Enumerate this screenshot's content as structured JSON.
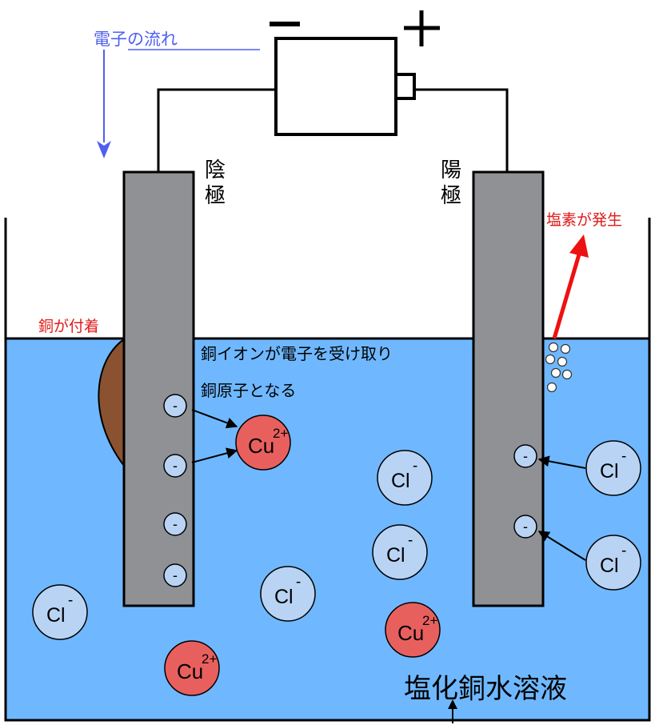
{
  "labels": {
    "electron_flow": "電子の流れ",
    "minus_sign": "−",
    "plus_sign": "+",
    "cathode_char1": "陰",
    "cathode_char2": "極",
    "anode_char1": "陽",
    "anode_char2": "極",
    "chlorine_generated": "塩素が発生",
    "copper_deposit": "銅が付着",
    "copper_ion_note_line1": "銅イオンが電子を受け取り",
    "copper_ion_note_line2": "銅原子となる",
    "solution_name": "塩化銅水溶液"
  },
  "ions": {
    "electron_symbol": "-",
    "chloride": {
      "symbol": "Cl",
      "charge": "-"
    },
    "copper": {
      "symbol": "Cu",
      "charge": "2+"
    }
  },
  "colors": {
    "solution": "#6fb8ff",
    "electrode": "#8f9194",
    "chloride_ion": "#b9d3f4",
    "copper_ion": "#e8605e",
    "copper_deposit": "#8a5230",
    "chlorine_arrow": "#ee1111",
    "electron_flow": "#4f5ff0",
    "label_red": "#e01a1a"
  }
}
